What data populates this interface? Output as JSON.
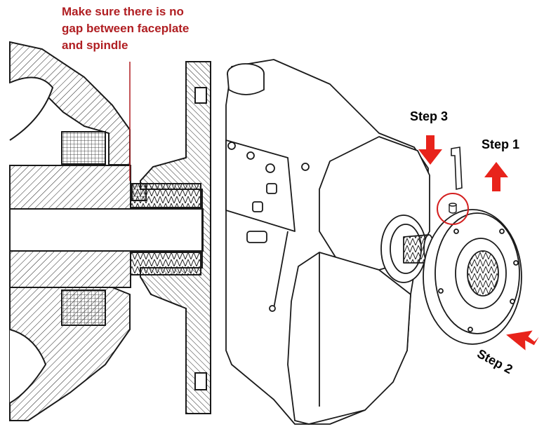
{
  "callout": {
    "lines": [
      "Make sure there is no",
      "gap between faceplate",
      "and spindle"
    ],
    "color": "#b01e22"
  },
  "steps": {
    "step1": "Step 1",
    "step2": "Step 2",
    "step3": "Step 3"
  },
  "colors": {
    "arrow": "#e8231b",
    "highlight_circle": "#d42020",
    "line_art": "#1a1a1a"
  },
  "icons": [
    "allen-key-icon",
    "set-screw-icon",
    "up-arrow-icon",
    "down-arrow-icon",
    "diagonal-arrow-icon"
  ]
}
